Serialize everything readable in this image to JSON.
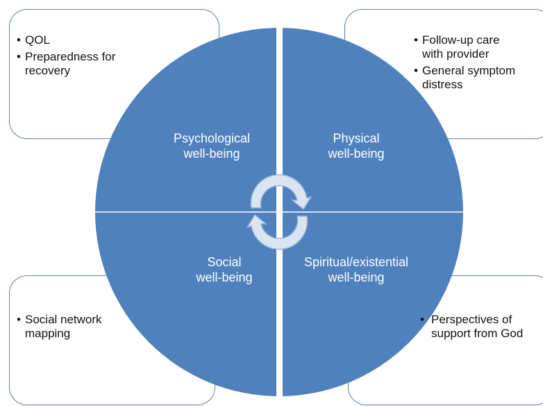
{
  "quadrants": {
    "psychological": {
      "line1": "Psychological",
      "line2": "well-being",
      "color": "#4f81bd"
    },
    "physical": {
      "line1": "Physical",
      "line2": "well-being",
      "color": "#4f81bd"
    },
    "social": {
      "line1": "Social",
      "line2": "well-being",
      "color": "#4f81bd"
    },
    "spiritual": {
      "line1": "Spiritual/existential",
      "line2": "well-being",
      "color": "#4f81bd"
    }
  },
  "boxes": {
    "top_left": {
      "items": [
        {
          "lines": [
            "QOL"
          ]
        },
        {
          "lines": [
            "Preparedness for",
            "recovery"
          ]
        }
      ]
    },
    "top_right": {
      "items": [
        {
          "lines": [
            "Follow-up care",
            "with provider"
          ]
        },
        {
          "lines": [
            "General symptom",
            "distress"
          ]
        }
      ]
    },
    "bottom_left": {
      "items": [
        {
          "lines": [
            "Social network",
            "mapping"
          ]
        }
      ]
    },
    "bottom_right": {
      "items": [
        {
          "lines": [
            "Perspectives of",
            "support from God"
          ]
        }
      ]
    }
  },
  "bullet": "•",
  "center_icon": "cycle-arrows-icon",
  "colors": {
    "circle_fill": "#4f81bd",
    "box_border": "#5b7fb3",
    "arrow_fill": "#dbe5f1",
    "arrow_stroke": "#95b3d7"
  }
}
